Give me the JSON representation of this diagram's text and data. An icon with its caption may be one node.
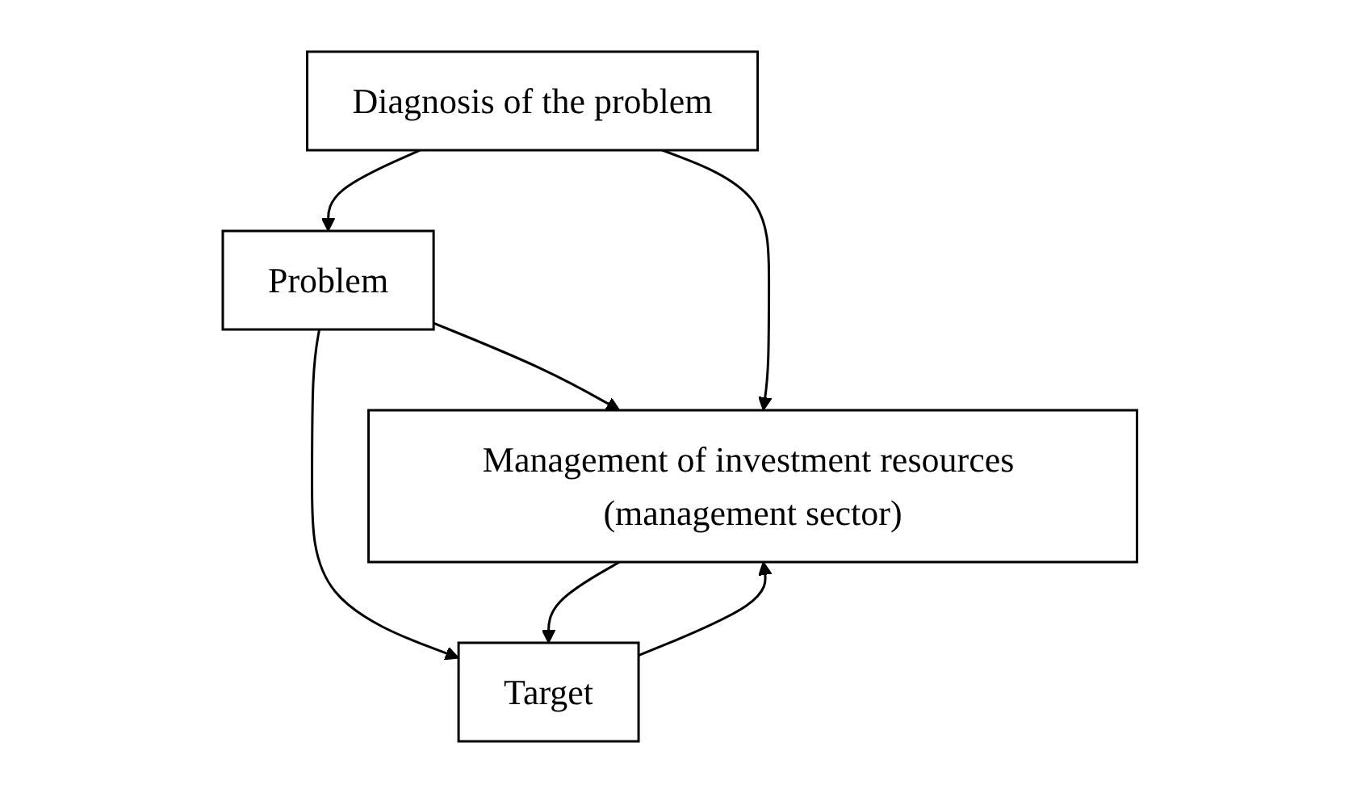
{
  "diagram": {
    "nodes": [
      {
        "text": [
          "Management of investment resources (management sector)"
        ]
      },
      {
        "text": [
          "Target"
        ]
      },
      {
        "text": [
          "Problem"
        ]
      },
      {
        "text": [
          "Diagnosis of the problem"
        ]
      }
    ],
    "edges": [
      {
        "from": 0,
        "to": 1,
        "arrow": "to"
      },
      {
        "from": 2,
        "to": 1,
        "arrow": "to"
      },
      {
        "from": 3,
        "to": 2,
        "arrow": "to"
      },
      {
        "from": 1,
        "to": 0,
        "arrow": "to"
      },
      {
        "from": 2,
        "to": 0,
        "arrow": "to"
      },
      {
        "from": 3,
        "to": 0,
        "arrow": "to"
      }
    ]
  }
}
